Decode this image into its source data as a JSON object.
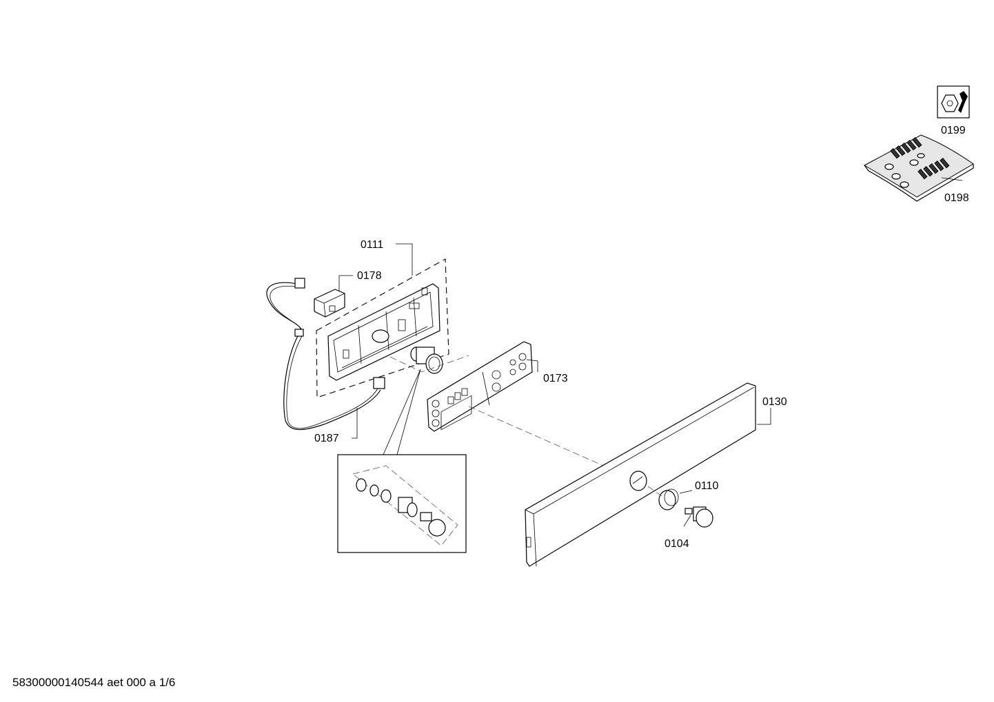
{
  "callouts": {
    "p0199": "0199",
    "p0198": "0198",
    "p0111": "0111",
    "p0178": "0178",
    "p0173": "0173",
    "p0130": "0130",
    "p0187": "0187",
    "p0110": "0110",
    "p0104": "0104"
  },
  "footer": {
    "doc_id": "58300000140544 aet 000 a 1/6"
  },
  "icons": {
    "tool": "wrench-nut-icon",
    "screw_bag": "screw-bag-icon"
  }
}
